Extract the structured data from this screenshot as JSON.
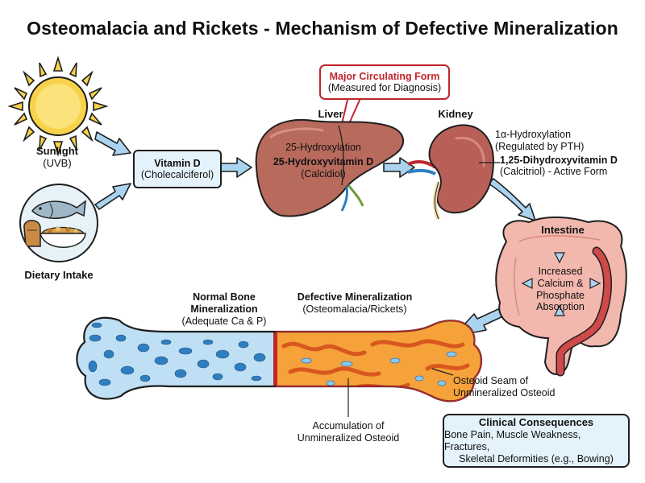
{
  "title": "Osteomalacia and Rickets - Mechanism of Defective Mineralization",
  "sources": {
    "sunlight_label": "Sunlight",
    "sunlight_sub": "(UVB)",
    "diet_label": "Dietary Intake"
  },
  "vitamin_d": {
    "name": "Vitamin D",
    "form": "(Cholecalciferol)"
  },
  "liver": {
    "organ_label": "Liver",
    "process": "25-Hydroxylation",
    "product": "25-Hydroxyvitamin D",
    "product_alt": "(Calcidiol)"
  },
  "callout": {
    "heading": "Major Circulating Form",
    "sub": "(Measured for Diagnosis)"
  },
  "kidney": {
    "organ_label": "Kidney",
    "process": "1α-Hydroxylation",
    "regulation": "(Regulated by PTH)",
    "product": "1,25-Dihydroxyvitamin D",
    "product_alt": "(Calcitriol) - Active Form"
  },
  "intestine": {
    "organ_label": "Intestine",
    "effect_lines": [
      "Increased",
      "Calcium &",
      "Phosphate",
      "Absorption"
    ]
  },
  "bone": {
    "normal_title": [
      "Normal Bone",
      "Mineralization"
    ],
    "normal_sub": "(Adequate Ca & P)",
    "defective_title": "Defective Mineralization",
    "defective_sub": "(Osteomalacia/Rickets)",
    "seam_label": [
      "Osteoid Seam of",
      "Unmineralized Osteoid"
    ],
    "accum_label": [
      "Accumulation of",
      "Unmineralized Osteoid"
    ]
  },
  "clinical": {
    "heading": "Clinical Consequences",
    "lines": [
      "Bone Pain, Muscle Weakness, Fractures,",
      "Skeletal Deformities (e.g., Bowing)"
    ]
  },
  "colors": {
    "arrow_fill": "#a9d3ee",
    "outline": "#1f1f1f",
    "liver": "#b86a5c",
    "kidney": "#b86058",
    "intestine": "#f2b7ad",
    "bone_normal": "#bfe0f4",
    "bone_normal_pores": "#2f7fc0",
    "bone_defect": "#f5a23b",
    "bone_defect_dark": "#d9571e",
    "sun": "#f7d24a",
    "callout_red": "#c0262d"
  },
  "icons": [
    "sun-icon",
    "fish-icon",
    "bread-icon",
    "food-bowl-icon",
    "liver-icon",
    "kidney-icon",
    "intestine-icon",
    "bone-icon"
  ]
}
